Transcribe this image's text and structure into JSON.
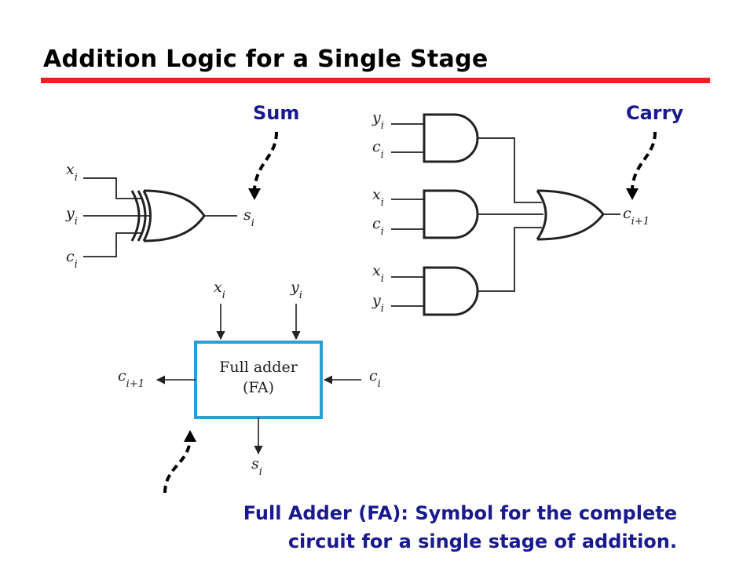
{
  "title": "Addition Logic for a Single Stage",
  "labels": {
    "sum": "Sum",
    "carry": "Carry"
  },
  "signals": {
    "x_main": "x",
    "y_main": "y",
    "c_main": "c",
    "s_main": "s",
    "sub_i": "i",
    "sub_i_plus_1": "i+1"
  },
  "full_adder": {
    "line1": "Full adder",
    "line2": "(FA)"
  },
  "caption": {
    "line1": "Full Adder (FA): Symbol for the complete",
    "line2": "circuit for a single stage of addition."
  },
  "colors": {
    "title_rule": "#ee1f1f",
    "blue_text": "#1a1a8f",
    "fa_box": "#2a9fd6",
    "wire": "#222222"
  }
}
